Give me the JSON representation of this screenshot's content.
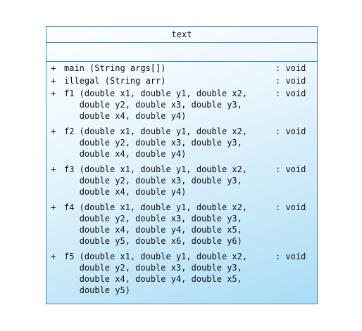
{
  "class_box": {
    "name": "text",
    "attributes": [],
    "operations": [
      {
        "visibility": "+",
        "signature": "main (String args[])",
        "return": ": void"
      },
      {
        "visibility": "+",
        "signature": "illegal (String arr)",
        "return": ": void"
      },
      {
        "visibility": "+",
        "signature": "f1 (double x1, double y1, double x2,\n   double y2, double x3, double y3,\n   double x4, double y4)",
        "return": ": void"
      },
      {
        "visibility": "+",
        "signature": "f2 (double x1, double y1, double x2,\n   double y2, double x3, double y3,\n   double x4, double y4)",
        "return": ": void"
      },
      {
        "visibility": "+",
        "signature": "f3 (double x1, double y1, double x2,\n   double y2, double x3, double y3,\n   double x4, double y4)",
        "return": ": void"
      },
      {
        "visibility": "+",
        "signature": "f4 (double x1, double y1, double x2,\n   double y2, double x3, double y3,\n   double x4, double y4, double x5,\n   double y5, double x6, double y6)",
        "return": ": void"
      },
      {
        "visibility": "+",
        "signature": "f5 (double x1, double y1, double x2,\n   double y2, double x3, double y3,\n   double x4, double y4, double x5,\n   double y5)",
        "return": ": void"
      }
    ]
  },
  "colors": {
    "border": "#3b8fb8",
    "fill_start": "#ffffff",
    "fill_end": "#a9dcf6"
  }
}
